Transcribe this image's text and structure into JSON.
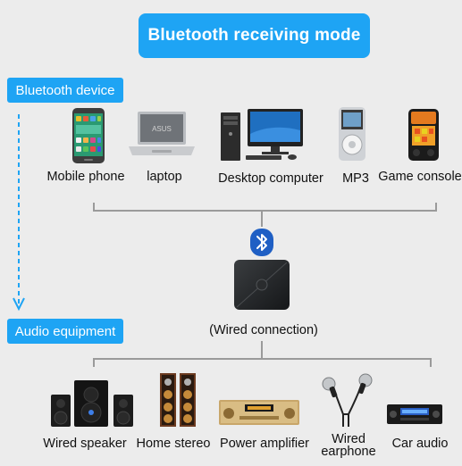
{
  "title": "Bluetooth receiving mode",
  "left_tags": {
    "bluetooth_device": "Bluetooth device",
    "audio_equipment": "Audio equipment"
  },
  "bluetooth_devices": [
    {
      "label": "Mobile phone",
      "icon": "mobile-phone-icon"
    },
    {
      "label": "laptop",
      "icon": "laptop-icon"
    },
    {
      "label": "Desktop computer",
      "icon": "desktop-computer-icon"
    },
    {
      "label": "MP3",
      "icon": "mp3-player-icon"
    },
    {
      "label": "Game console",
      "icon": "game-console-icon"
    }
  ],
  "center": {
    "bluetooth_icon": "bluetooth-icon",
    "receiver_icon": "receiver-device-icon",
    "connection_label": "(Wired connection)"
  },
  "audio_devices": [
    {
      "label": "Wired speaker",
      "icon": "speaker-icon"
    },
    {
      "label": "Home stereo",
      "icon": "home-stereo-icon"
    },
    {
      "label": "Power amplifier",
      "icon": "power-amplifier-icon"
    },
    {
      "label_line1": "Wired",
      "label_line2": "earphone",
      "icon": "earphone-icon"
    },
    {
      "label": "Car audio",
      "icon": "car-audio-icon"
    }
  ],
  "colors": {
    "accent": "#1ea4f4",
    "background": "#ececec",
    "line": "#9a9a9a"
  }
}
